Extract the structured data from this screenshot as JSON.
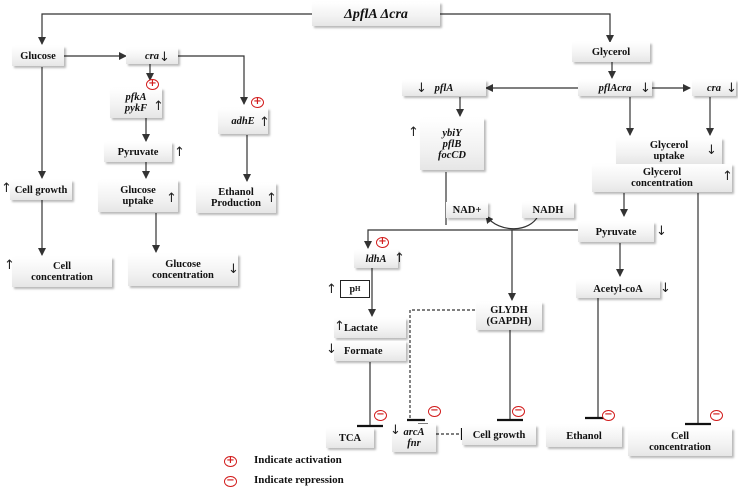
{
  "title": "ΔpflA Δcra",
  "nodes": {
    "glucose": "Glucose",
    "cra_left": "cra",
    "pfka_pykf": [
      "pfkA",
      "pykF"
    ],
    "adhe": "adhE",
    "pyruvate_left": "Pyruvate",
    "cell_growth_left": "Cell growth",
    "glucose_uptake": [
      "Glucose",
      "uptake"
    ],
    "ethanol_production": [
      "Ethanol",
      "Production"
    ],
    "cell_concentration_left": [
      "Cell",
      "concentration"
    ],
    "glucose_concentration": [
      "Glucose",
      "concentration"
    ],
    "glycerol": "Glycerol",
    "pfla": "pflA",
    "pflacra": "pflAcra",
    "cra_right": "cra",
    "ybiy_group": [
      "ybiY",
      "pflB",
      "focCD"
    ],
    "glycerol_uptake": [
      "Glycerol",
      "uptake"
    ],
    "glycerol_concentration": [
      "Glycerol",
      "concentration"
    ],
    "nad_plus": "NAD+",
    "nadh": "NADH",
    "pyruvate_right": "Pyruvate",
    "ldha": "ldhA",
    "ph_base": "p",
    "ph_sup": "H",
    "acetyl_coa": "Acetyl-coA",
    "glydh": [
      "GLYDH",
      "(GAPDH)"
    ],
    "lactate": "Lactate",
    "formate": "Formate",
    "tca": "TCA",
    "arca_fnr": [
      "arcA",
      "fnr"
    ],
    "cell_growth_right": "Cell growth",
    "ethanol": "Ethanol",
    "cell_concentration_right": [
      "Cell",
      "concentration"
    ]
  },
  "symbols": {
    "activation": "+",
    "repression": "−",
    "up_arrow": "↑",
    "down_arrow": "↓"
  },
  "legend": {
    "activation_label": "Indicate activation",
    "repression_label": "Indicate repression"
  },
  "colors": {
    "badge": "#d21c1c",
    "line": "#333333"
  }
}
